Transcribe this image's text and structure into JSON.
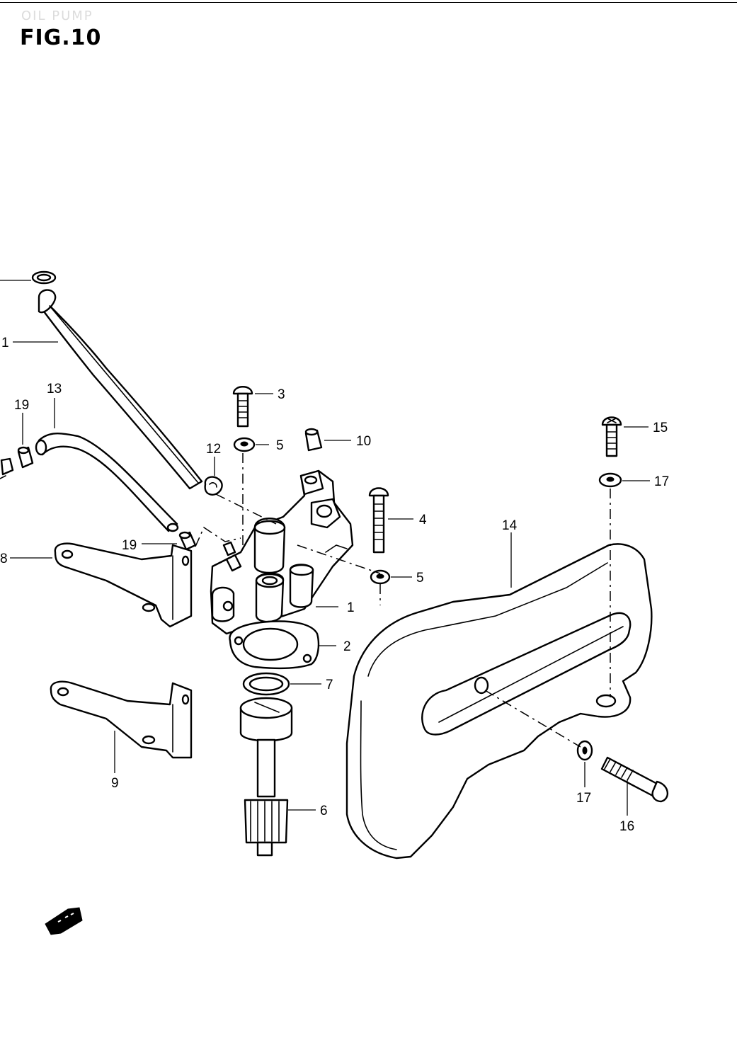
{
  "header": {
    "section_title": "OIL PUMP",
    "figure_label": "FIG.10"
  },
  "callouts": [
    {
      "id": "c1a",
      "label": "1"
    },
    {
      "id": "c1b",
      "label": "1"
    },
    {
      "id": "c2",
      "label": "2"
    },
    {
      "id": "c3",
      "label": "3"
    },
    {
      "id": "c4",
      "label": "4"
    },
    {
      "id": "c5a",
      "label": "5"
    },
    {
      "id": "c5b",
      "label": "5"
    },
    {
      "id": "c6",
      "label": "6"
    },
    {
      "id": "c7",
      "label": "7"
    },
    {
      "id": "c8",
      "label": "8"
    },
    {
      "id": "c9",
      "label": "9"
    },
    {
      "id": "c10",
      "label": "10"
    },
    {
      "id": "c12",
      "label": "12"
    },
    {
      "id": "c13",
      "label": "13"
    },
    {
      "id": "c14",
      "label": "14"
    },
    {
      "id": "c15",
      "label": "15"
    },
    {
      "id": "c16",
      "label": "16"
    },
    {
      "id": "c17a",
      "label": "17"
    },
    {
      "id": "c17b",
      "label": "17"
    },
    {
      "id": "c19a",
      "label": "19"
    },
    {
      "id": "c19b",
      "label": "19"
    }
  ],
  "icons": {
    "front_arrow": "front-arrow-icon"
  }
}
